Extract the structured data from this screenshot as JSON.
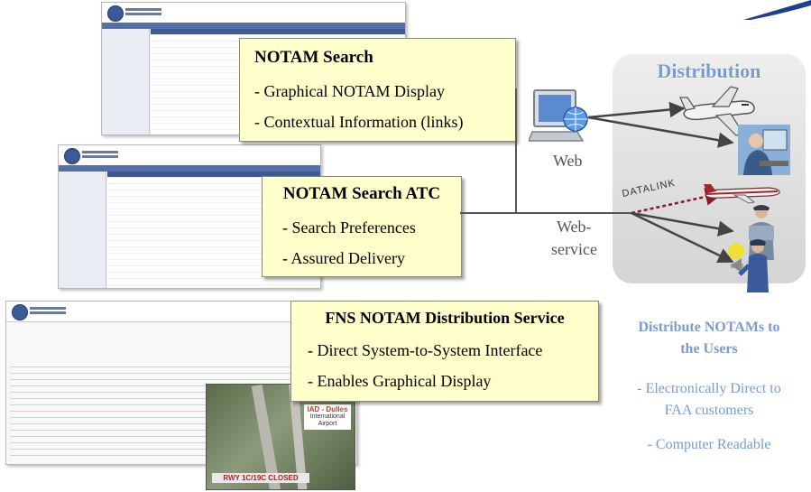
{
  "callouts": [
    {
      "title": "NOTAM Search",
      "items": [
        "- Graphical NOTAM Display",
        "- Contextual Information (links)"
      ]
    },
    {
      "title": "NOTAM Search ATC",
      "items": [
        "- Search Preferences",
        "- Assured Delivery"
      ]
    },
    {
      "title": "FNS NOTAM Distribution Service",
      "items": [
        "- Direct System-to-System Interface",
        "- Enables Graphical Display"
      ]
    }
  ],
  "channels": {
    "web": "Web",
    "webservice_line1": "Web-",
    "webservice_line2": "service",
    "datalink": "DATALINK"
  },
  "panel": {
    "title": "Distribution"
  },
  "summary": {
    "heading_line1": "Distribute NOTAMs to",
    "heading_line2": "the Users",
    "item1_line1": "- Electronically Direct to",
    "item1_line2": "FAA customers",
    "item2": "- Computer Readable"
  },
  "map": {
    "label_line1": "IAD - Dulles",
    "label_line2": "International Airport",
    "closure": "RWY 1C/19C CLOSED"
  },
  "colors": {
    "callout_fill": "#ffffcc",
    "accent_blue": "#7b9bd0",
    "arrow": "#444444",
    "datalink_arrow": "#8a1a2a"
  }
}
